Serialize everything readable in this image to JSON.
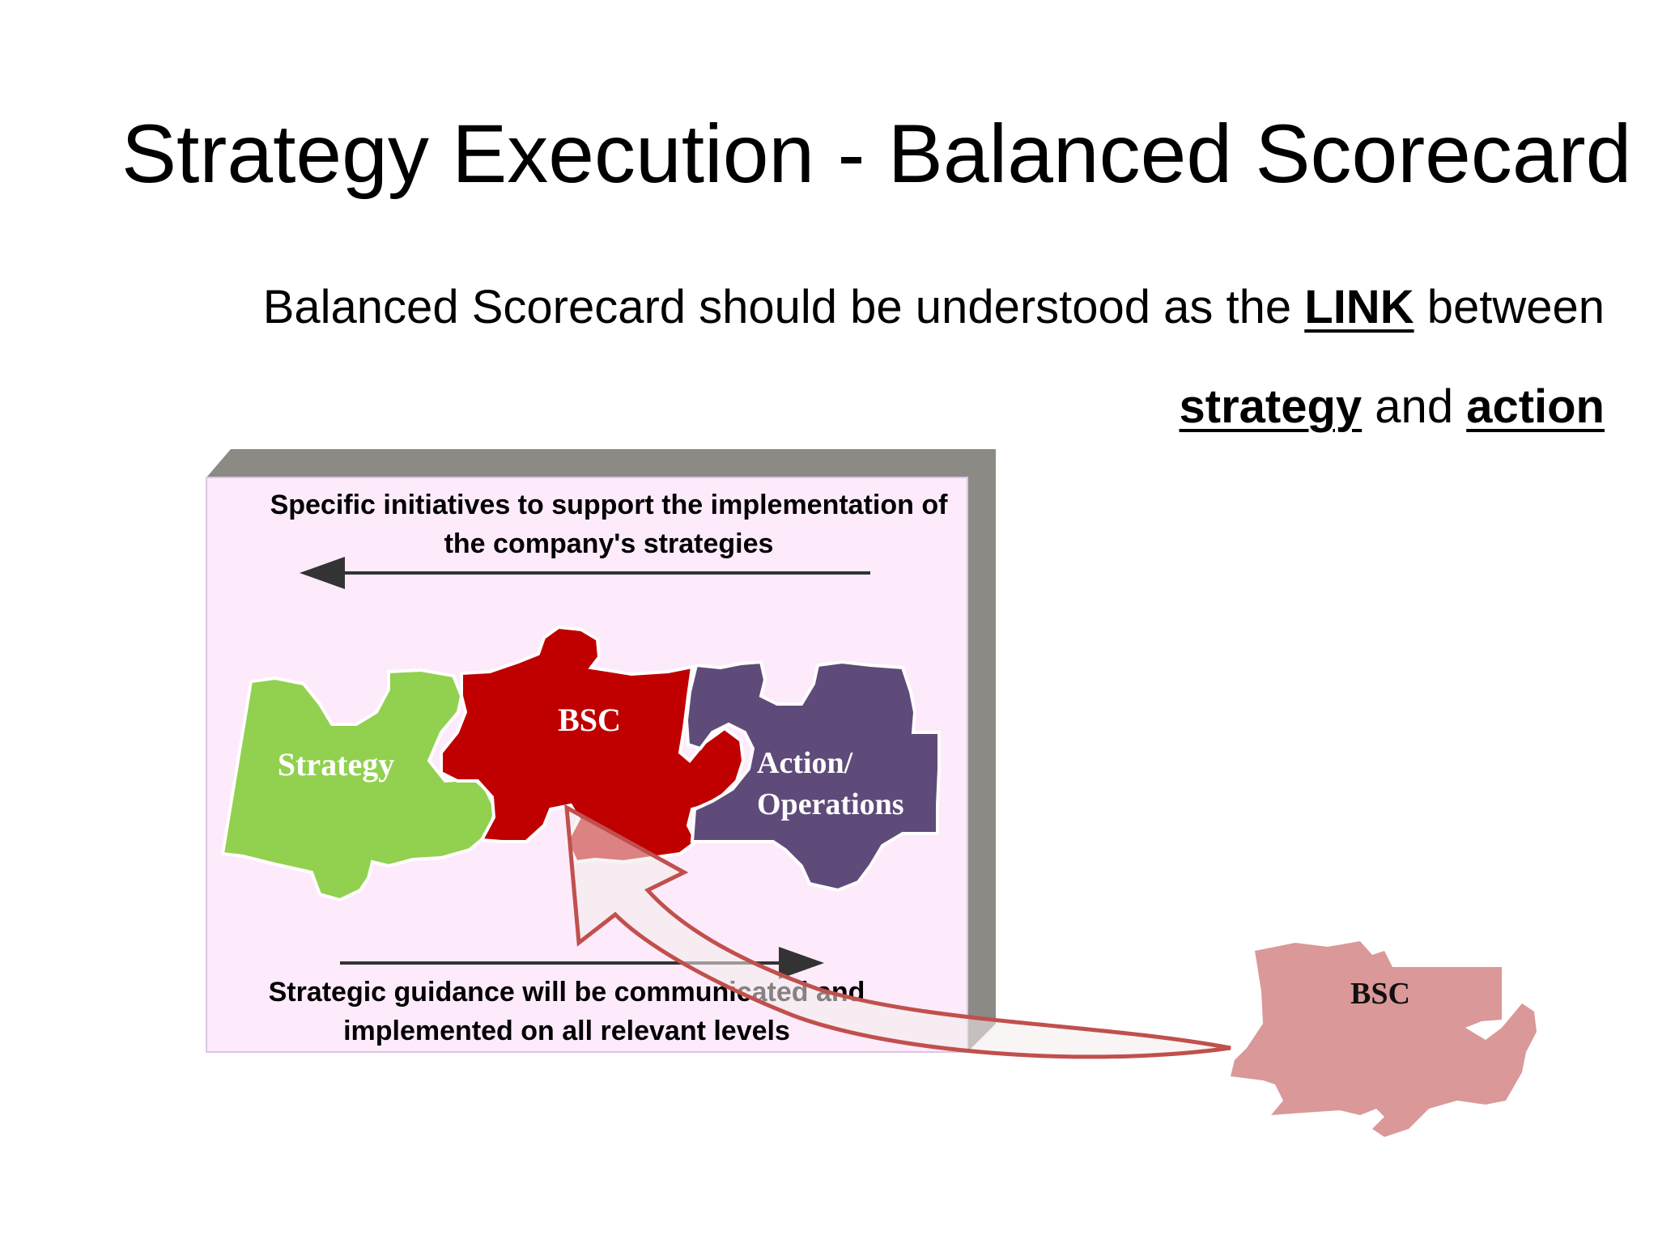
{
  "slide": {
    "title": "Strategy Execution - Balanced Scorecard",
    "subtitle_line1": {
      "before": "Balanced Scorecard should be understood as the ",
      "link": "LINK",
      "after": " between"
    },
    "subtitle_line2": {
      "strategy": "strategy",
      "and": " and ",
      "action": "action"
    }
  },
  "diagram": {
    "top_caption_line1": "Specific initiatives to support the implementation of",
    "top_caption_line2": "the company's strategies",
    "bottom_caption_line1": "Strategic guidance will be communicated and",
    "bottom_caption_line2": "implemented on all relevant levels",
    "piece_strategy": "Strategy",
    "piece_bsc": "BSC",
    "piece_action_line1": "Action/",
    "piece_action_line2": "Operations",
    "loose_piece": "BSC"
  },
  "colors": {
    "board_fill": "#fdeafb",
    "board_shadow": "#8c8a85",
    "strategy_green": "#92d050",
    "bsc_red": "#c00000",
    "action_purple": "#5f4b7a",
    "loose_pink": "#da9898",
    "arrow_outline": "#c0504d"
  }
}
